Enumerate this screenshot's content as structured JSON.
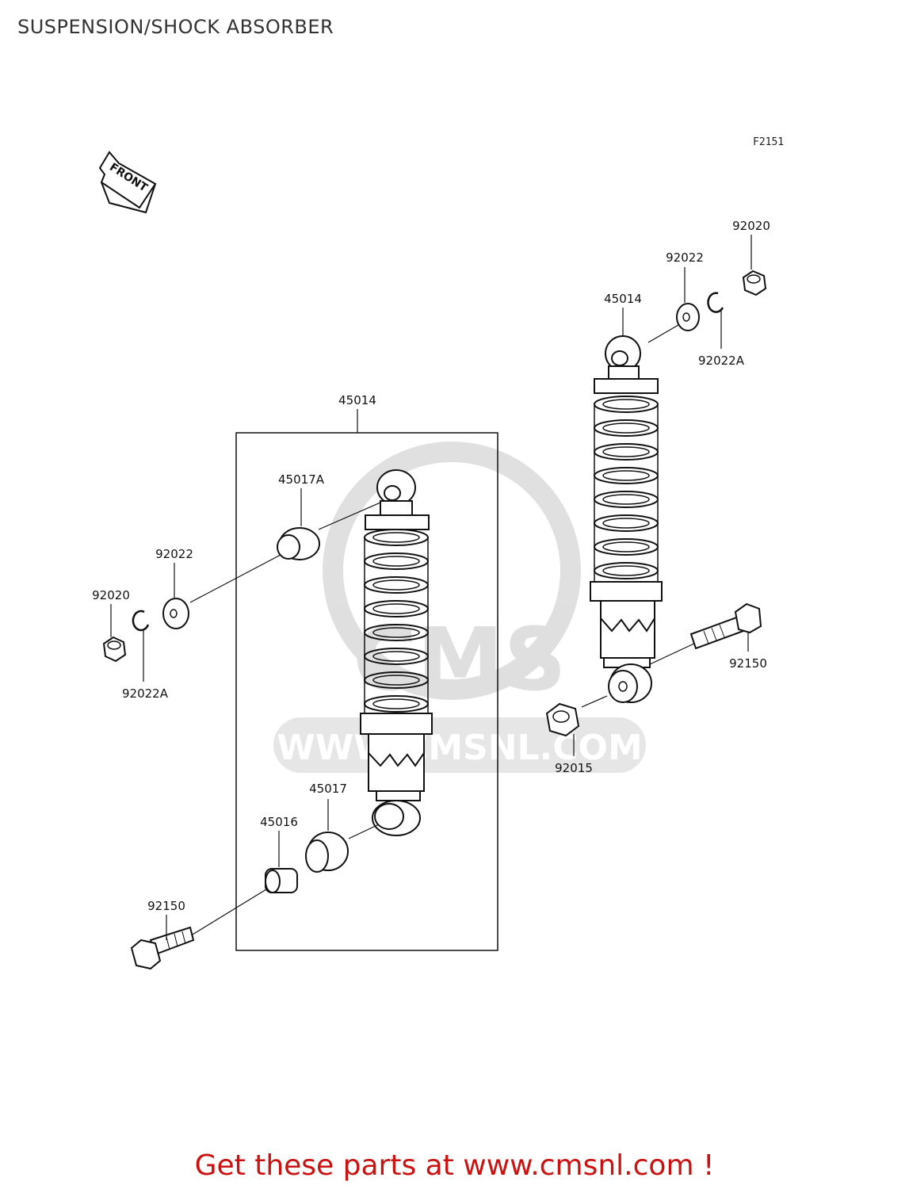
{
  "header": {
    "title": "SUSPENSION/SHOCK ABSORBER"
  },
  "figure": {
    "code": "F2151",
    "direction_label": "FRONT"
  },
  "watermark": {
    "logo_text": "CMS",
    "site_text": "WWW.CMSNL.COM"
  },
  "parts": {
    "left_assembly": "45014",
    "left_upper_bushing": "45017A",
    "left_upper_washer": "92022",
    "left_upper_nut": "92020",
    "left_upper_clip": "92022A",
    "left_lower_bushing": "45017",
    "left_lower_collar": "45016",
    "left_lower_bolt": "92150",
    "right_assembly": "45014",
    "right_upper_washer": "92022",
    "right_upper_nut": "92020",
    "right_upper_clip": "92022A",
    "right_lower_bolt": "92150",
    "right_lower_nut": "92015"
  },
  "footer": {
    "text": "Get these parts at www.cmsnl.com !"
  }
}
